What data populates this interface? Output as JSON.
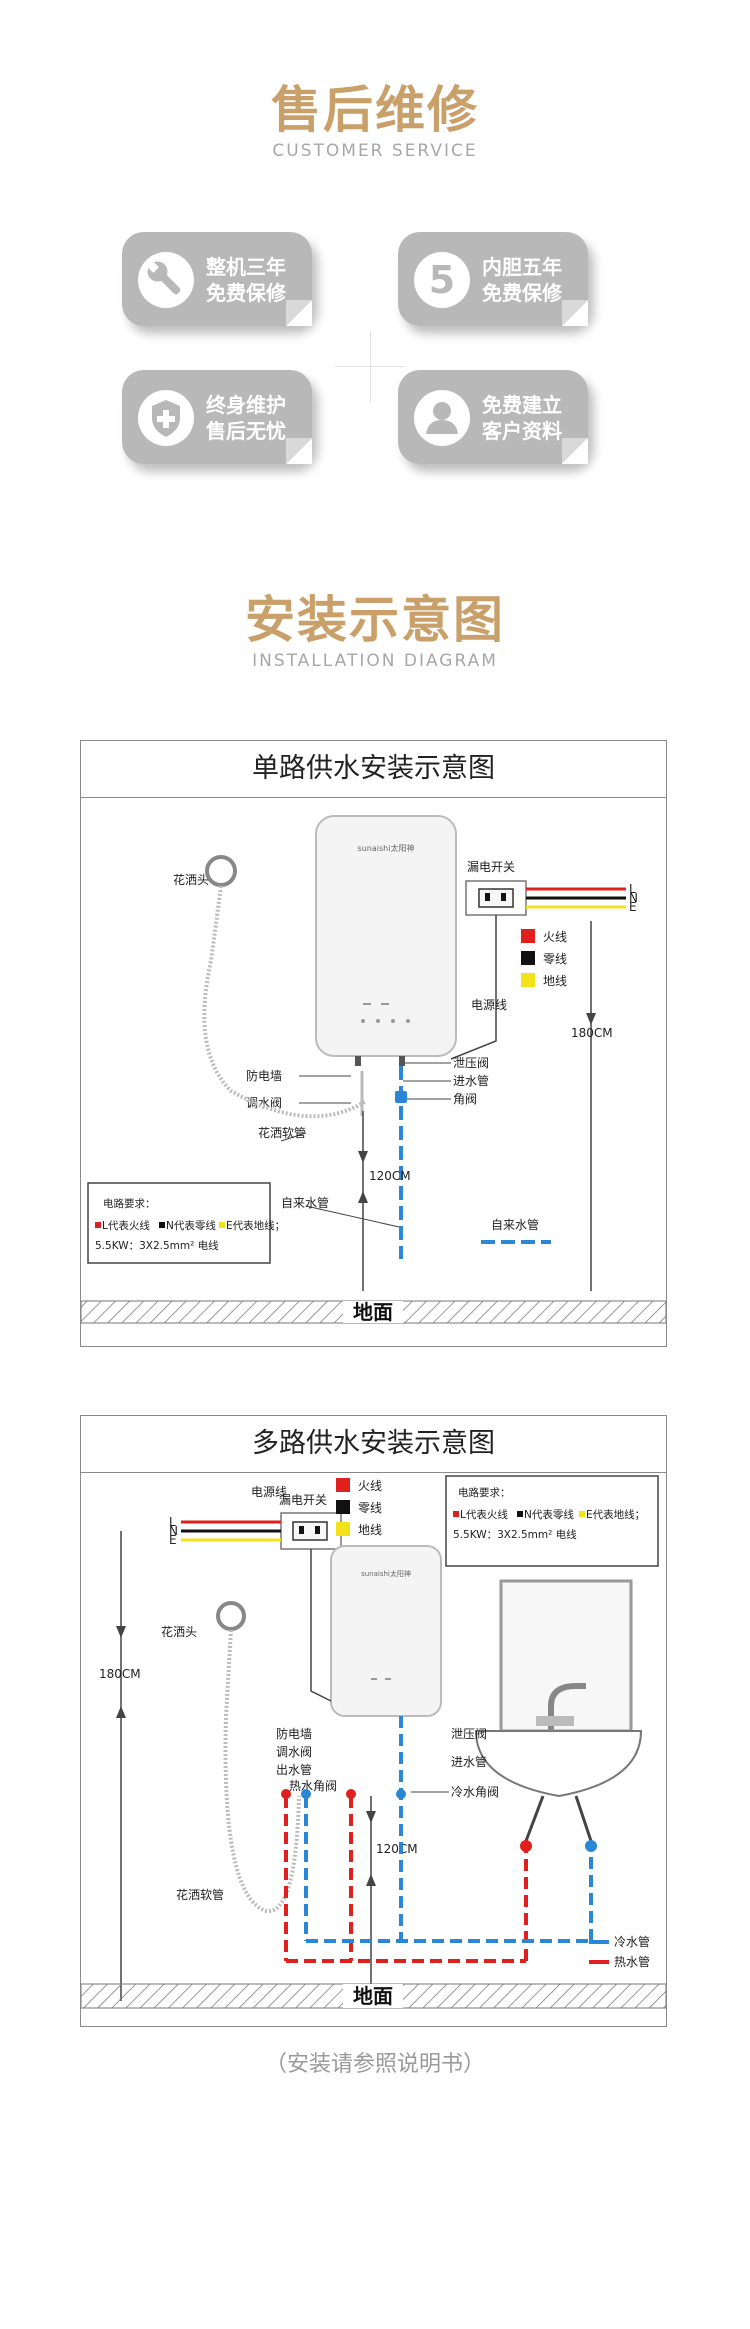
{
  "service": {
    "title": "售后维修",
    "subtitle": "CUSTOMER SERVICE",
    "cards": [
      {
        "icon": "wrench-icon",
        "line1": "整机三年",
        "line2": "免费保修"
      },
      {
        "icon": "number-five-icon",
        "icon_text": "5",
        "line1": "内胆五年",
        "line2": "免费保修"
      },
      {
        "icon": "shield-plus-icon",
        "line1": "终身维护",
        "line2": "售后无忧"
      },
      {
        "icon": "user-icon",
        "line1": "免费建立",
        "line2": "客户资料"
      }
    ]
  },
  "install": {
    "title": "安装示意图",
    "subtitle": "INSTALLATION DIAGRAM"
  },
  "diagram1": {
    "title": "单路供水安装示意图",
    "brand": "sunaishi太阳神",
    "labels": {
      "switch": "漏电开关",
      "L": "L",
      "N": "N",
      "E": "E",
      "fire": "火线",
      "zero": "零线",
      "earth": "地线",
      "power_line": "电源线",
      "shower_head": "花洒头",
      "relief_valve": "泄压阀",
      "inlet_pipe": "进水管",
      "angle_valve": "角阀",
      "wall": "防电墙",
      "mix_valve": "调水阀",
      "hose": "花洒软管",
      "height_180": "180CM",
      "height_120": "120CM",
      "tap_pipe": "自来水管",
      "legend_tap": "自来水管",
      "ground": "地面"
    },
    "note": {
      "title": "电路要求：",
      "l": "L代表火线",
      "n": "N代表零线",
      "e": "E代表地线；",
      "spec": "5.5KW：3X2.5mm² 电线"
    }
  },
  "diagram2": {
    "title": "多路供水安装示意图",
    "brand": "sunaishi太阳神",
    "labels": {
      "switch": "漏电开关",
      "L": "L",
      "N": "N",
      "E": "E",
      "fire": "火线",
      "zero": "零线",
      "earth": "地线",
      "power_line": "电源线",
      "shower_head": "花洒头",
      "wall": "防电墙",
      "mix_valve": "调水阀",
      "outlet_pipe": "出水管",
      "hot_angle_valve": "热水角阀",
      "relief_valve": "泄压阀",
      "inlet_pipe": "进水管",
      "cold_angle_valve": "冷水角阀",
      "height_180": "180CM",
      "height_120": "120CM",
      "hose": "花洒软管",
      "cold_pipe": "冷水管",
      "hot_pipe": "热水管",
      "ground": "地面"
    },
    "note": {
      "title": "电路要求：",
      "l": "L代表火线",
      "n": "N代表零线",
      "e": "E代表地线；",
      "spec": "5.5KW：3X2.5mm² 电线"
    }
  },
  "footnote": "（安装请参照说明书）",
  "colors": {
    "gold": "#c9a06a",
    "card": "#b8b8b8",
    "fire": "#e0201c",
    "zero": "#111111",
    "earth": "#f2e21a",
    "cold": "#2a86d6",
    "hot": "#e0201c"
  }
}
